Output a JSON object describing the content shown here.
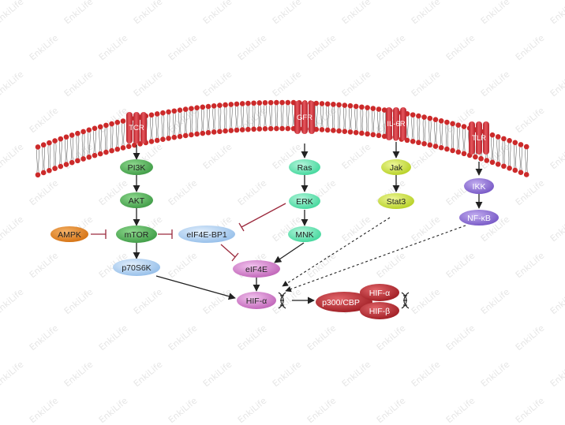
{
  "watermark": "EnkiLife",
  "colors": {
    "membrane_head": "#cc2a2a",
    "receptor": "#d6303a",
    "green": "#4caf50",
    "mint": "#5fe6b0",
    "yellow": "#c9e23a",
    "purple": "#8a6bd1",
    "orange": "#e07d1c",
    "light_blue": "#a9cdf2",
    "pink": "#cf7bc8",
    "dark_red": "#b3252b",
    "inhibit": "#9c2b3e"
  },
  "receptors": {
    "tcr": "TCR",
    "gfr": "GFR",
    "il6r": "IL-6R",
    "tlr": "TLR"
  },
  "nodes": {
    "pi3k": "PI3K",
    "akt": "AKT",
    "mtor": "mTOR",
    "ampk": "AMPK",
    "p70s6k": "p70S6K",
    "ras": "Ras",
    "erk": "ERK",
    "mnk": "MNK",
    "eif4ebp1": "eIF4E-BP1",
    "eif4e": "eIF4E",
    "jak": "Jak",
    "stat3": "Stat3",
    "ikk": "IKK",
    "nfkb": "NF-κB",
    "hifa": "HIF-α",
    "p300": "p300/CBP",
    "hifa2": "HIF-α",
    "hifb": "HIF-β"
  },
  "icons": [
    "dna-helix-icon"
  ]
}
